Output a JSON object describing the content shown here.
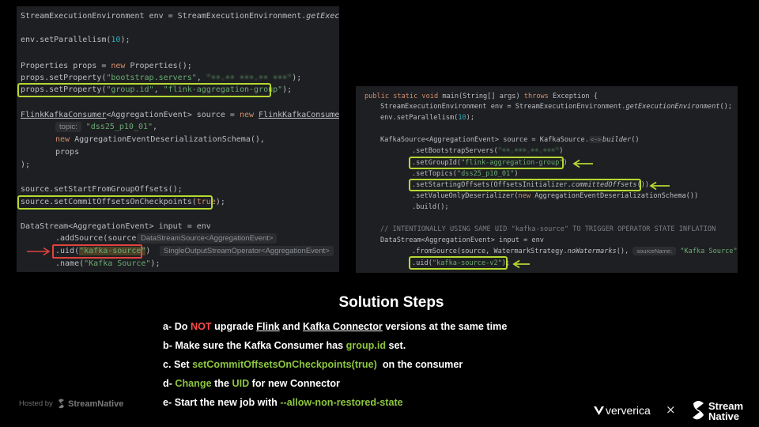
{
  "left_code": {
    "l1": "StreamExecutionEnvironment env = StreamExecutionEnvironment.",
    "l1_method": "getExecutionE",
    "l2_a": "env.setParallelism(",
    "l2_num": "10",
    "l2_b": ");",
    "l3_a": "Properties props = ",
    "l3_kw": "new",
    "l3_b": " Properties();",
    "l4_a": "props.setProperty(",
    "l4_str": "\"bootstrap.servers\"",
    "l4_b": ", ",
    "l4_blur": "\"••.•• •••.•• •••\"",
    "l4_c": ");",
    "l5_a": "props.setProperty(",
    "l5_str1": "\"group.id\"",
    "l5_b": ", ",
    "l5_str2": "\"flink-aggregation-group\"",
    "l5_c": ");",
    "l6_a": "FlinkKafkaConsumer",
    "l6_b": "<AggregationEvent> source = ",
    "l6_kw": "new",
    "l6_c": " ",
    "l6_d": "FlinkKafkaConsumer",
    "l6_e": "<>(",
    "l7_hint": "topic:",
    "l7_str": "\"dss25_p10_01\"",
    "l7_b": ",",
    "l8_kw": "new",
    "l8_b": " AggregationEventDeserializationSchema(),",
    "l9": "props",
    "l10": ");",
    "l11": "source.setStartFromGroupOffsets();",
    "l12_a": "source.setCommitOffsetsOnCheckpoints(",
    "l12_kw": "true",
    "l12_b": ");",
    "l13": "DataStream<AggregationEvent> input = env",
    "l14": ".addSource(source)",
    "l14_hint": "DataStreamSource<AggregationEvent>",
    "l15_a": ".uid(",
    "l15_str": "\"kafka-source\"",
    "l15_b": ")",
    "l15_hint": "SingleOutputStreamOperator<AggregationEvent>",
    "l16_a": ".name(",
    "l16_str": "\"Kafka Source\"",
    "l16_b": ");"
  },
  "right_code": {
    "r1_kw": "public static void",
    "r1_a": " main(String[] args) ",
    "r1_kw2": "throws",
    "r1_b": " Exception {",
    "r2_a": "StreamExecutionEnvironment env = StreamExecutionEnvironment.",
    "r2_method": "getExecutionEnvironment",
    "r2_b": "();",
    "r3_a": "env.setParallelism(",
    "r3_num": "10",
    "r3_b": ");",
    "r4_a": "KafkaSource<AggregationEvent> source = KafkaSource.",
    "r4_hint": "<~>",
    "r4_method": "builder",
    "r4_b": "()",
    "r5_a": ".setBootstrapServers(",
    "r5_blur": "\"••.•••.••.•••\"",
    "r5_b": ")",
    "r6_a": ".setGroupId(",
    "r6_str": "\"flink-aggregation-group\"",
    "r6_b": ")",
    "r7_a": ".setTopics(",
    "r7_str": "\"dss25_p10_01\"",
    "r7_b": ")",
    "r8_a": ".setStartingOffsets(OffsetsInitializer.",
    "r8_method": "committedOffsets",
    "r8_b": "())",
    "r9_a": ".setValueOnlyDeserializer(",
    "r9_kw": "new",
    "r9_b": " AggregationEventDeserializationSchema())",
    "r10": ".build();",
    "r11": "// INTENTIONALLY USING SAME UID \"kafka-source\" TO TRIGGER OPERATOR STATE INFLATION",
    "r12": "DataStream<AggregationEvent> input = env",
    "r13_a": ".fromSource(source, WatermarkStrategy.",
    "r13_method": "noWatermarks",
    "r13_b": "(),",
    "r13_hint": "sourceName:",
    "r13_str": "\"Kafka Source\"",
    "r13_c": ")",
    "r14_a": ".uid(",
    "r14_str": "\"kafka-source-v2\"",
    "r14_b": ");"
  },
  "solution": {
    "title": "Solution Steps",
    "s1_a": "a- Do ",
    "s1_not": "NOT",
    "s1_b": " upgrade ",
    "s1_flink": "Flink",
    "s1_c": " and ",
    "s1_kafka": "Kafka Connector",
    "s1_d": " versions at the same time",
    "s2_a": "b- Make sure the Kafka Consumer has ",
    "s2_g": "group.id",
    "s2_b": " set.",
    "s3_a": "c. Set ",
    "s3_g": "setCommitOffsetsOnCheckpoints(true)",
    "s3_b": "  on the consumer",
    "s4_a": "d- ",
    "s4_g1": "Change",
    "s4_b": " the ",
    "s4_g2": "UID",
    "s4_c": " for new Connector",
    "s5_a": "e- Start the new job with ",
    "s5_g": "--allow-non-restored-state"
  },
  "footer": {
    "hosted_by": "Hosted by",
    "hosted_brand": "StreamNative",
    "ververica": "ververica",
    "times": "×",
    "sn_line1": "Stream",
    "sn_line2": "Native"
  },
  "colors": {
    "highlight": "#b5d832",
    "red": "#ff4b4b",
    "green": "#8dc63f",
    "background": "#000000",
    "code_bg": "#1e1f22"
  }
}
